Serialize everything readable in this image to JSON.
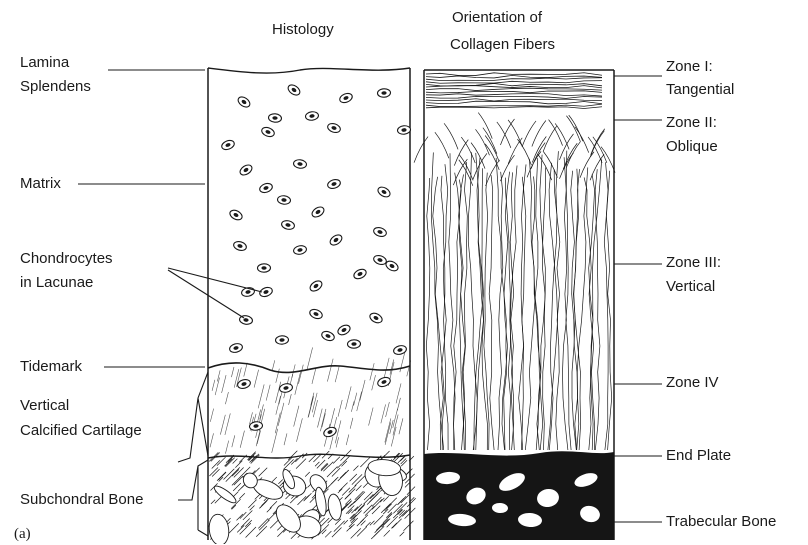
{
  "titles": {
    "histology": "Histology",
    "collagen_line1": "Orientation of",
    "collagen_line2": "Collagen Fibers"
  },
  "left_labels": {
    "lamina_1": "Lamina",
    "lamina_2": "Splendens",
    "matrix": "Matrix",
    "chondro_1": "Chondrocytes",
    "chondro_2": "in Lacunae",
    "tidemark": "Tidemark",
    "vcc_1": "Vertical",
    "vcc_2": "Calcified Cartilage",
    "subchondral": "Subchondral Bone",
    "panel": "(a)"
  },
  "right_labels": {
    "zone1_a": "Zone I:",
    "zone1_b": "Tangential",
    "zone2_a": "Zone II:",
    "zone2_b": "Oblique",
    "zone3_a": "Zone III:",
    "zone3_b": "Vertical",
    "zone4": "Zone IV",
    "endplate": "End Plate",
    "trabecular": "Trabecular Bone"
  },
  "colors": {
    "ink": "#1a1a1a",
    "paper": "#ffffff"
  }
}
